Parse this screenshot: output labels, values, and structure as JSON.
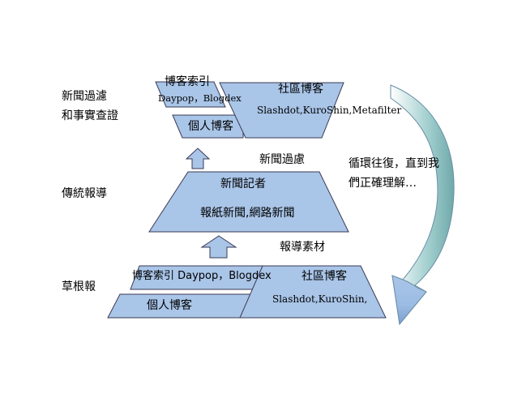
{
  "colors": {
    "shape_fill": "#a9c5e8",
    "shape_stroke": "#3a3a55",
    "arrow_teal": "#a8d2d2"
  },
  "layers": {
    "top": {
      "label_line1": "新聞過濾",
      "label_line2": "和事實查證",
      "search_index_title": "博客索引",
      "search_index_sites": "Daypop，Blogdex",
      "personal_blog": "個人博客",
      "community_title": "社區博客",
      "community_sites": "Slashdot,KuroShin,Metafilter"
    },
    "filter_label": "新聞過慮",
    "middle": {
      "label": "傳統報導",
      "journalist": "新聞記者",
      "media": "報紙新聞,網路新聞"
    },
    "material_label": "報導素材",
    "cycle_text_line1": "循環往復，直到我",
    "cycle_text_line2": "們正確理解…",
    "bottom": {
      "label": "草根報",
      "search_index": "博客索引 Daypop，Blogdex",
      "personal_blog": "個人博客",
      "community_title": "社區博客",
      "community_sites": "Slashdot,KuroShin,"
    }
  }
}
